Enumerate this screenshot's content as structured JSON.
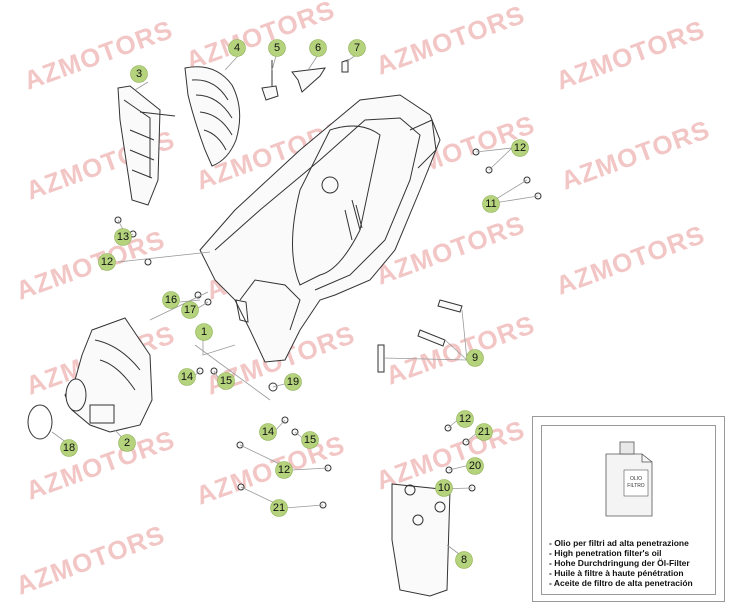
{
  "watermark": "AZMOTORS",
  "callouts": [
    "1",
    "2",
    "3",
    "4",
    "5",
    "6",
    "7",
    "8",
    "9",
    "10",
    "11",
    "12",
    "12",
    "12",
    "12",
    "13",
    "14",
    "14",
    "15",
    "15",
    "16",
    "17",
    "18",
    "19",
    "20",
    "21",
    "21"
  ],
  "legend": {
    "can_label_1": "OLIO",
    "can_label_2": "FILTRO",
    "lines": [
      "- Olio per filtri ad alta penetrazione",
      "- High penetration filter's oil",
      "- Hohe Durchdringung der Öl-Filter",
      "- Huile à filtre à haute pénétration",
      "- Aceite de filtro de alta penetración"
    ]
  },
  "colors": {
    "callout_fill": "#b4d37c",
    "watermark": "#f3c6c6"
  }
}
